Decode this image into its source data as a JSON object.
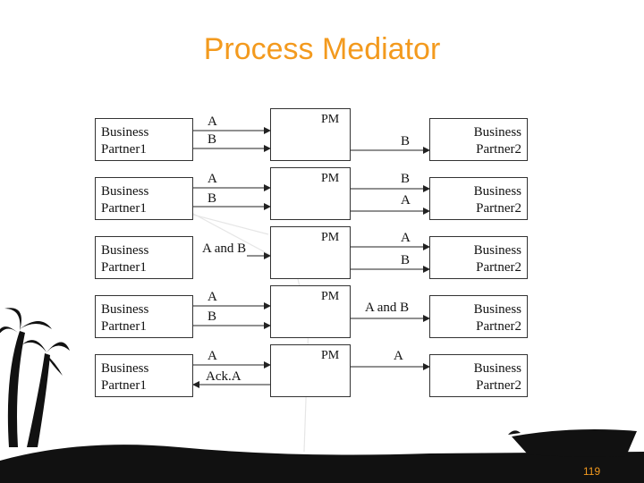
{
  "title": "Process Mediator",
  "page_number": "119",
  "partner_left": [
    "Business",
    "Partner1"
  ],
  "partner_right": [
    "Business",
    "Partner2"
  ],
  "pm_label": "PM",
  "rows": [
    {
      "left_top": "A",
      "left_bottom": "B",
      "right_top": "",
      "right_bottom": "B"
    },
    {
      "left_top": "A",
      "left_bottom": "B",
      "right_top": "B",
      "right_bottom": "A"
    },
    {
      "left_top": "",
      "left_bottom": "A and B",
      "right_top": "A",
      "right_bottom": "B"
    },
    {
      "left_top": "A",
      "left_bottom": "B",
      "right_top": "",
      "right_bottom": "A and B"
    },
    {
      "left_top": "A",
      "left_bottom": "Ack.A",
      "right_top": "A",
      "right_bottom": ""
    }
  ],
  "colors": {
    "title": "#f39a1e",
    "lines": "#222222",
    "silhouette": "#111111"
  }
}
